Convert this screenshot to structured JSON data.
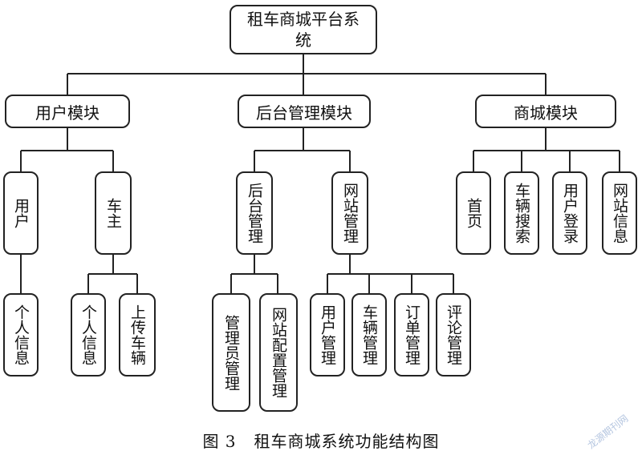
{
  "root": {
    "label": "租车商城平台系统"
  },
  "modules": [
    {
      "id": "user",
      "label": "用户模块",
      "children": [
        {
          "id": "yonghu",
          "label": "用户",
          "children": [
            {
              "label": "个人信息"
            }
          ]
        },
        {
          "id": "chezhu",
          "label": "车主",
          "children": [
            {
              "label": "个人信息"
            },
            {
              "label": "上传车辆"
            }
          ]
        }
      ]
    },
    {
      "id": "admin",
      "label": "后台管理模块",
      "children": [
        {
          "id": "houtai",
          "label": "后台管理",
          "children": [
            {
              "label": "管理员管理"
            },
            {
              "label": "网站配置管理"
            }
          ]
        },
        {
          "id": "wangzhan",
          "label": "网站管理",
          "children": [
            {
              "label": "用户管理"
            },
            {
              "label": "车辆管理"
            },
            {
              "label": "订单管理"
            },
            {
              "label": "评论管理"
            }
          ]
        }
      ]
    },
    {
      "id": "mall",
      "label": "商城模块",
      "children": [
        {
          "label": "首页"
        },
        {
          "label": "车辆搜索"
        },
        {
          "label": "用户登录"
        },
        {
          "label": "网站信息"
        }
      ]
    }
  ],
  "caption": {
    "figure": "图 3",
    "title": "租车商城系统功能结构图"
  },
  "watermark": "龙源期刊网"
}
